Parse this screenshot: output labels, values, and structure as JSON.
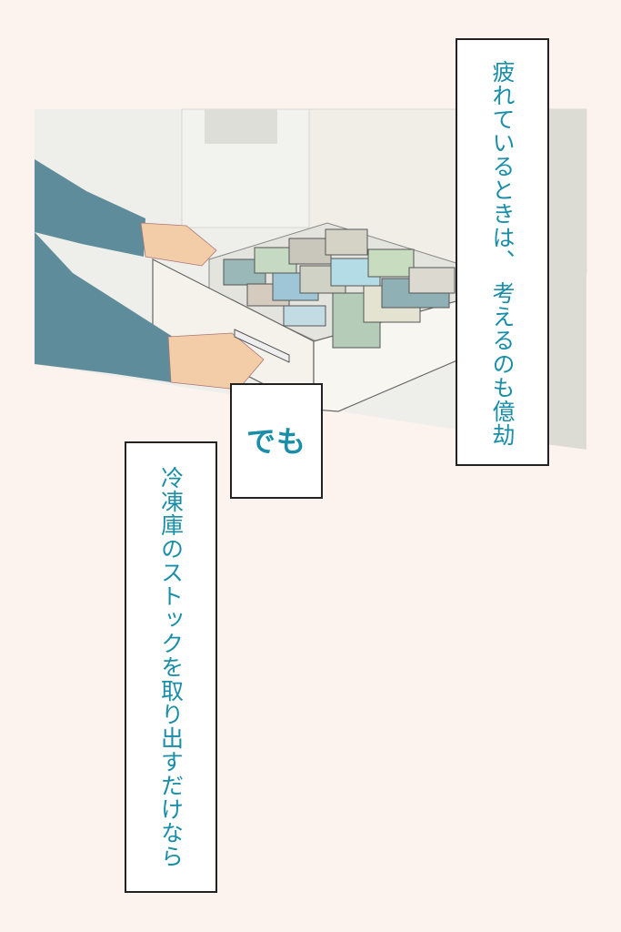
{
  "captions": {
    "top": "疲れているときは、 考えるのも億劫",
    "middle": "でも",
    "bottom": "冷凍庫のストックを取り出すだけなら"
  },
  "colors": {
    "background": "#fdf3ee",
    "text": "#1a8ea8",
    "border": "#222222"
  }
}
